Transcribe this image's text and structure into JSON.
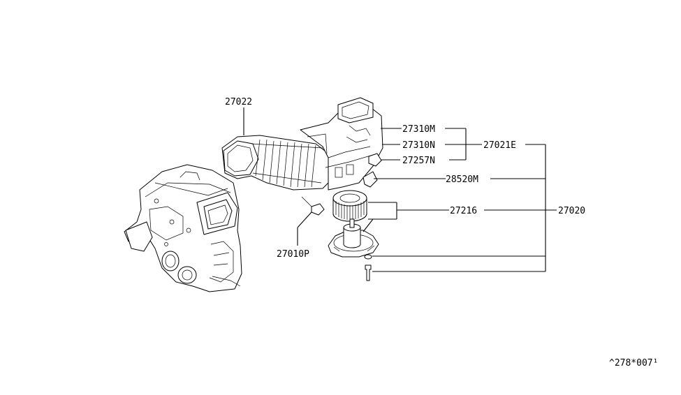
{
  "diagram": {
    "part_numbers": {
      "p27022": "27022",
      "p27310M": "27310M",
      "p27310N": "27310N",
      "p27257N": "27257N",
      "p27021E": "27021E",
      "p28520M": "28520M",
      "p27216": "27216",
      "p27020": "27020",
      "p27010P": "27010P"
    },
    "figure_code": "^278*007¹"
  }
}
